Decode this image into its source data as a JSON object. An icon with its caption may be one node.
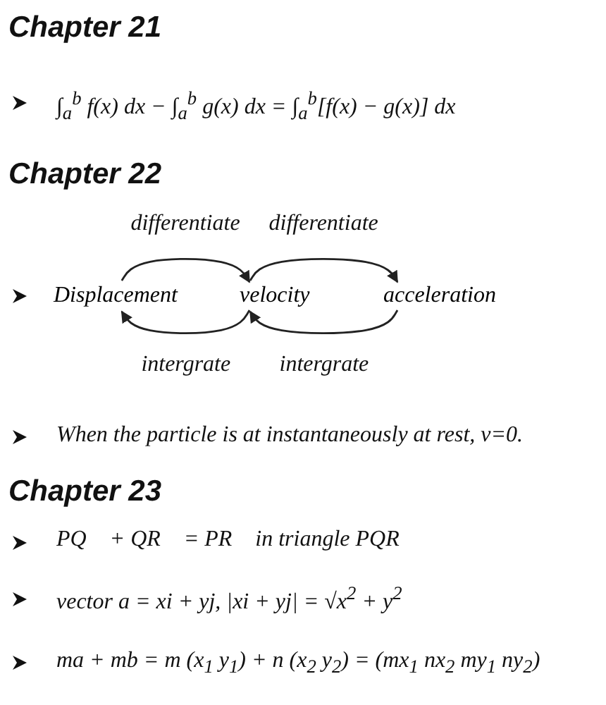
{
  "diagram": {
    "nodes": [
      {
        "text": [
          "Displacement"
        ]
      },
      {
        "text": [
          "velocity"
        ]
      },
      {
        "text": [
          "acceleration"
        ]
      }
    ],
    "edges": [
      {
        "from": 0,
        "to": 1,
        "arrow": "to",
        "label": "differentiate"
      },
      {
        "from": 1,
        "to": 2,
        "arrow": "to",
        "label": "differentiate"
      },
      {
        "from": 1,
        "to": 0,
        "arrow": "to",
        "label": "intergrate"
      },
      {
        "from": 2,
        "to": 1,
        "arrow": "to",
        "label": "intergrate"
      }
    ],
    "labels": [
      "Chapter 21",
      "∫$_{a}$$^{b}$ f(x) dx − ∫$_{a}$$^{b}$ g(x) dx = ∫$_{a}$$^{b}$[f(x) − g(x)] dx",
      "Chapter 22",
      "When the particle is at instantaneously at rest, v=0.",
      "Chapter 23",
      "PQ⃗ + QR⃗ = PR⃗ in triangle PQR",
      "vector a = xi + yj, |xi + yj| = √x$^{2}$ + y$^{2}$",
      "ma + mb = m (x$_{1}$ y$_{1}$) + n (x$_{2}$ y$_{2}$) = (mx$_{1}$ nx$_{2}$ my$_{1}$ ny$_{2}$)"
    ]
  }
}
